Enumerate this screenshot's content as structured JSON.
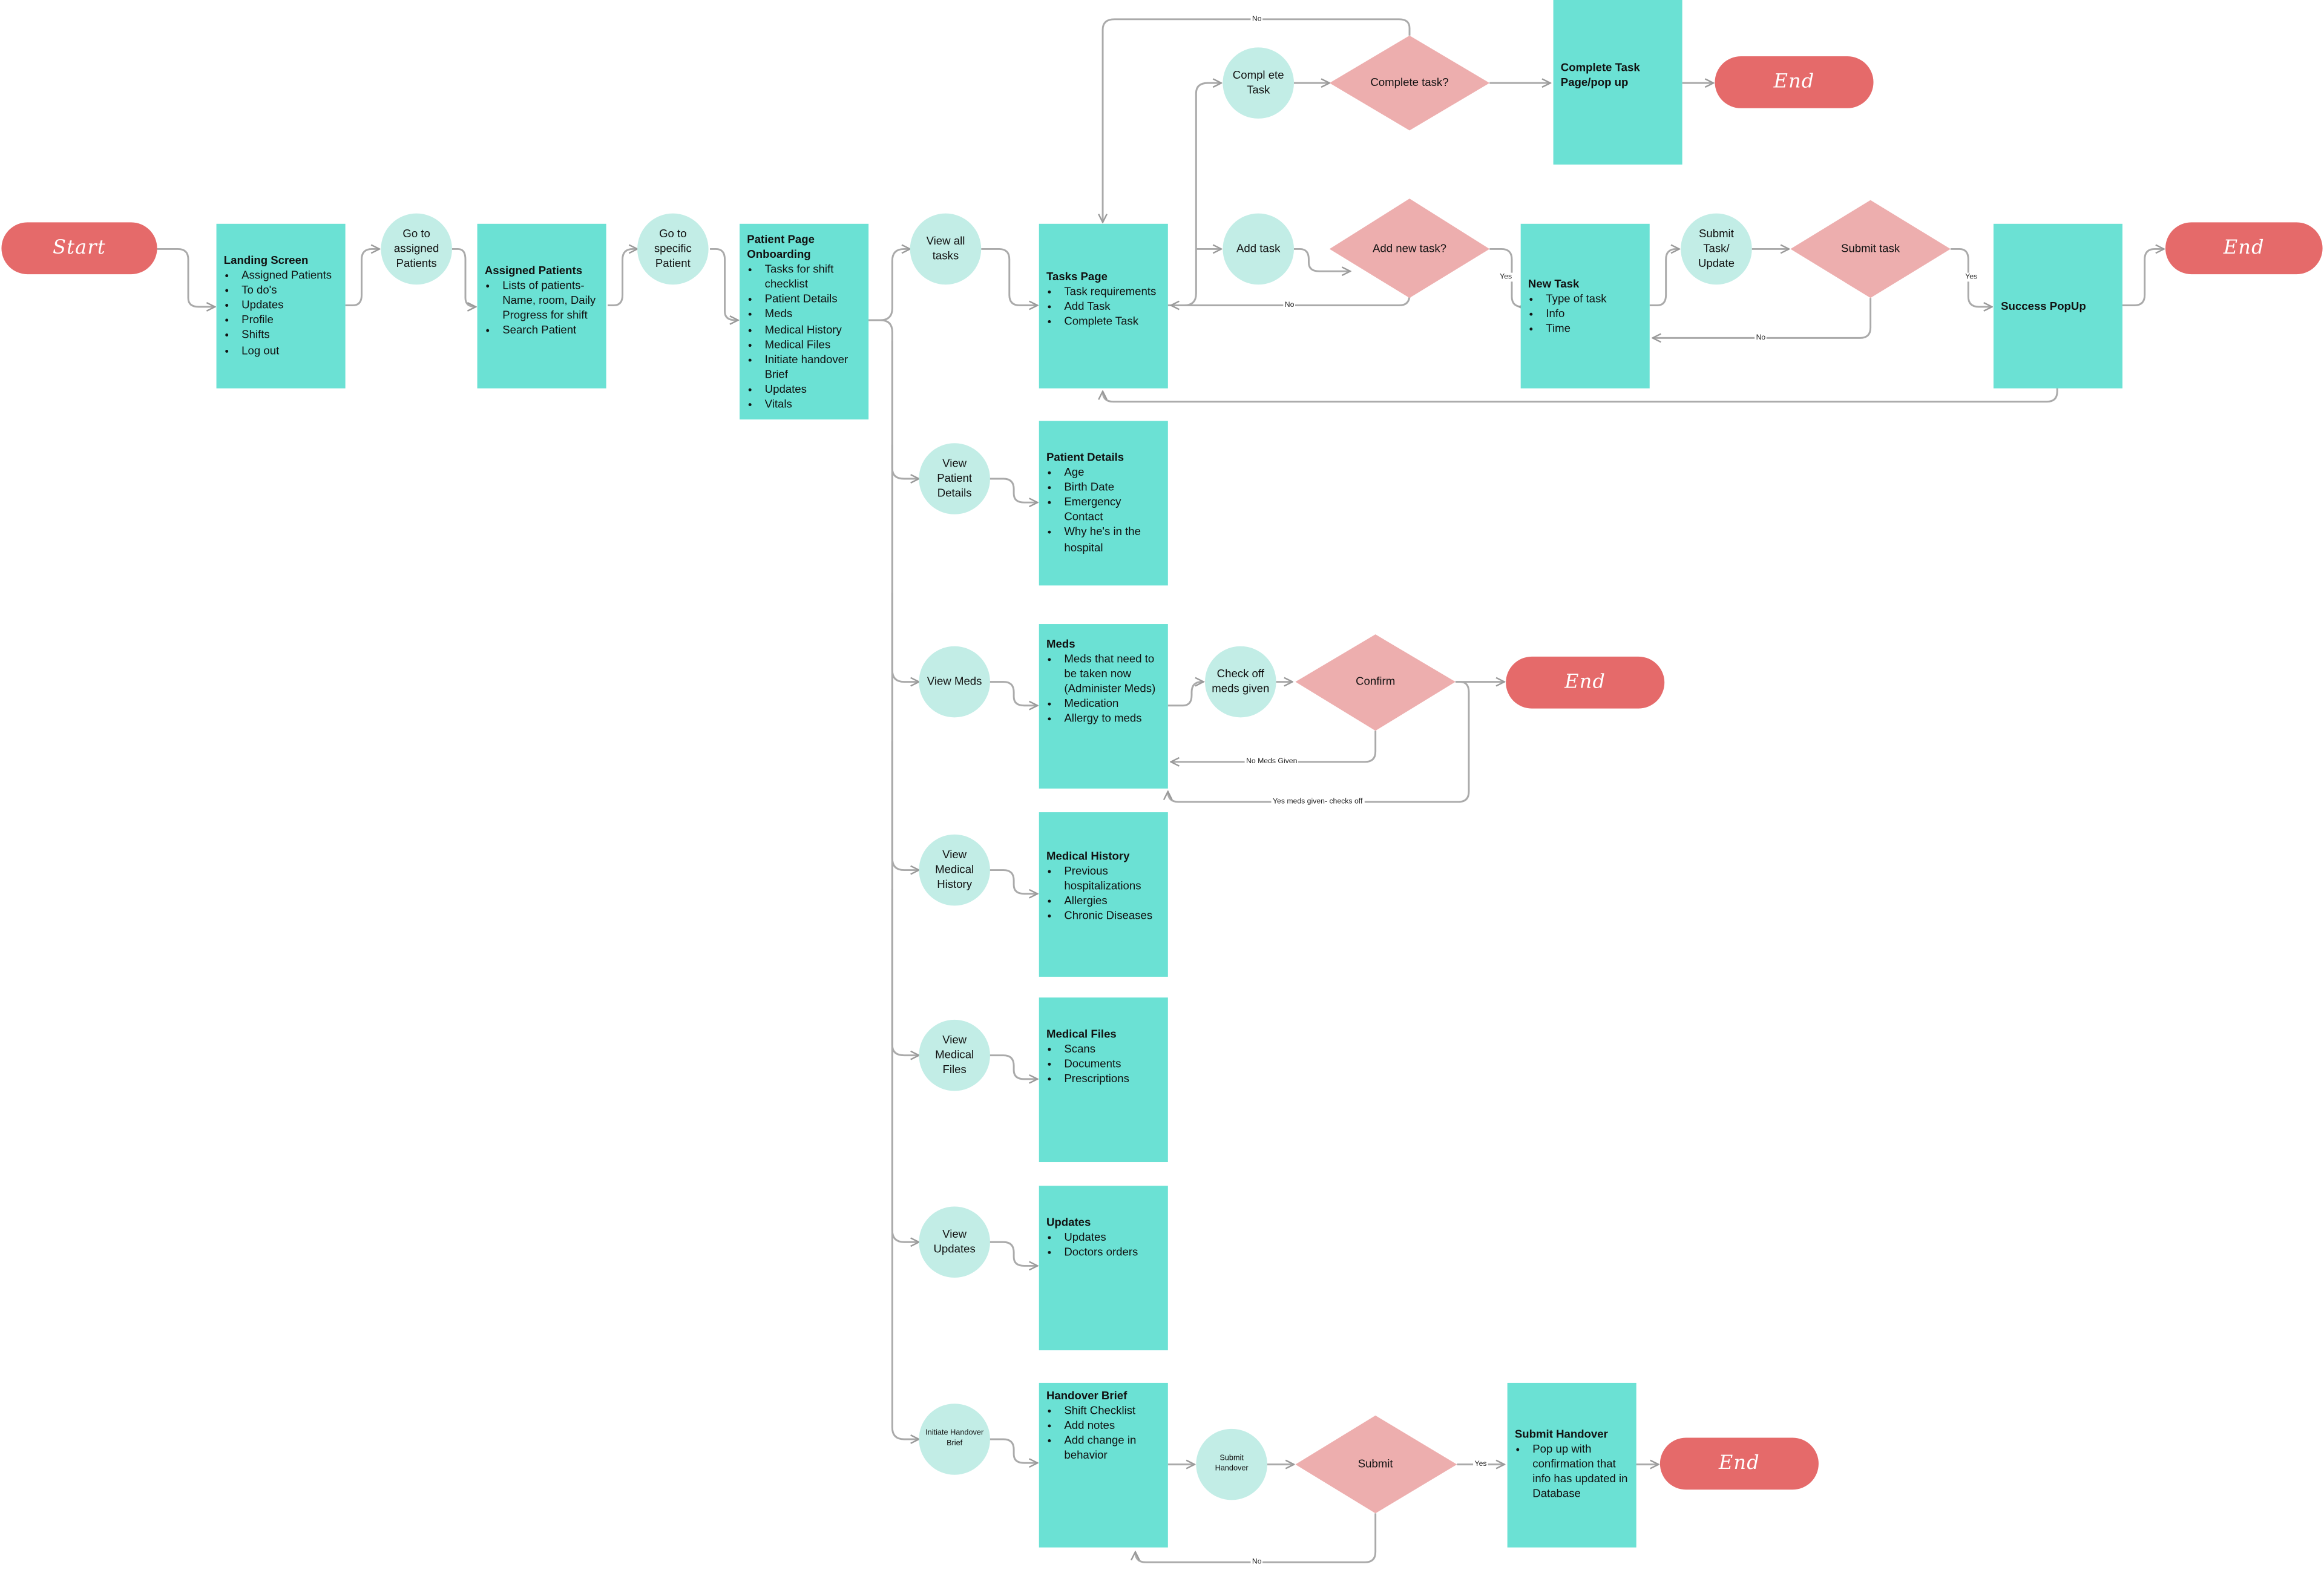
{
  "terminals": {
    "start": "Start",
    "end_label": "End"
  },
  "boxes": {
    "landing": {
      "title": "Landing Screen",
      "items": [
        "Assigned Patients",
        "To do's",
        "Updates",
        "Profile",
        "Shifts",
        "Log out"
      ]
    },
    "assigned": {
      "title": "Assigned Patients",
      "items": [
        "Lists of patients- Name, room, Daily Progress for shift",
        "Search Patient"
      ]
    },
    "patient_page": {
      "title": "Patient Page Onboarding",
      "items": [
        "Tasks for shift checklist",
        "Patient Details",
        "Meds",
        "Medical History",
        "Medical Files",
        "Initiate handover Brief",
        "Updates",
        "Vitals"
      ]
    },
    "tasks_page": {
      "title": "Tasks Page",
      "items": [
        "Task requirements",
        "Add Task",
        "Complete Task"
      ]
    },
    "complete_task_page": {
      "title": "Complete Task Page/pop up",
      "items": []
    },
    "new_task": {
      "title": "New Task",
      "items": [
        "Type of task",
        "Info",
        "Time"
      ]
    },
    "success": {
      "title": "Success PopUp",
      "items": []
    },
    "patient_details": {
      "title": "Patient Details",
      "items": [
        "Age",
        "Birth Date",
        "Emergency Contact",
        "Why he's in the hospital"
      ]
    },
    "meds": {
      "title": "Meds",
      "items": [
        "Meds that need to be taken now (Administer Meds)",
        "Medication",
        "Allergy to meds"
      ]
    },
    "medical_history": {
      "title": "Medical History",
      "items": [
        "Previous hospitalizations",
        "Allergies",
        "Chronic Diseases"
      ]
    },
    "medical_files": {
      "title": "Medical Files",
      "items": [
        "Scans",
        "Documents",
        "Prescriptions"
      ]
    },
    "updates": {
      "title": "Updates",
      "items": [
        "Updates",
        "Doctors orders"
      ]
    },
    "handover": {
      "title": "Handover Brief",
      "items": [
        "Shift Checklist",
        "Add notes",
        "Add change in behavior"
      ]
    },
    "submit_handover": {
      "title": "Submit Handover",
      "items": [
        "Pop up with confirmation that info has updated in Database"
      ]
    }
  },
  "actions": {
    "go_assigned": "Go to assigned Patients",
    "go_specific": "Go to specific Patient",
    "view_all_tasks": "View all tasks",
    "complete_task": "Compl ete Task",
    "add_task": "Add task",
    "submit_task_update": "Submit Task/ Update",
    "view_patient_details": "View Patient Details",
    "view_meds": "View Meds",
    "check_off_meds": "Check off meds given",
    "view_medical_history": "View Medical History",
    "view_medical_files": "View Medical Files",
    "view_updates": "View Updates",
    "initiate_handover": "Initiate Handover Brief",
    "submit_handover_action": "Submit Handover"
  },
  "decisions": {
    "complete_task_q": "Complete task?",
    "add_new_task_q": "Add new task?",
    "submit_task": "Submit task",
    "confirm": "Confirm",
    "submit": "Submit"
  },
  "edge_labels": {
    "no": "No",
    "yes": "Yes",
    "no_meds_given": "No Meds Given",
    "yes_meds_given": "Yes meds given- checks off"
  },
  "colors": {
    "screen_box": "#6be1d4",
    "action_circle": "#c2ede6",
    "decision_diamond": "#edaeae",
    "terminal": "#e56a6a",
    "connector": "#aaaaaa"
  }
}
